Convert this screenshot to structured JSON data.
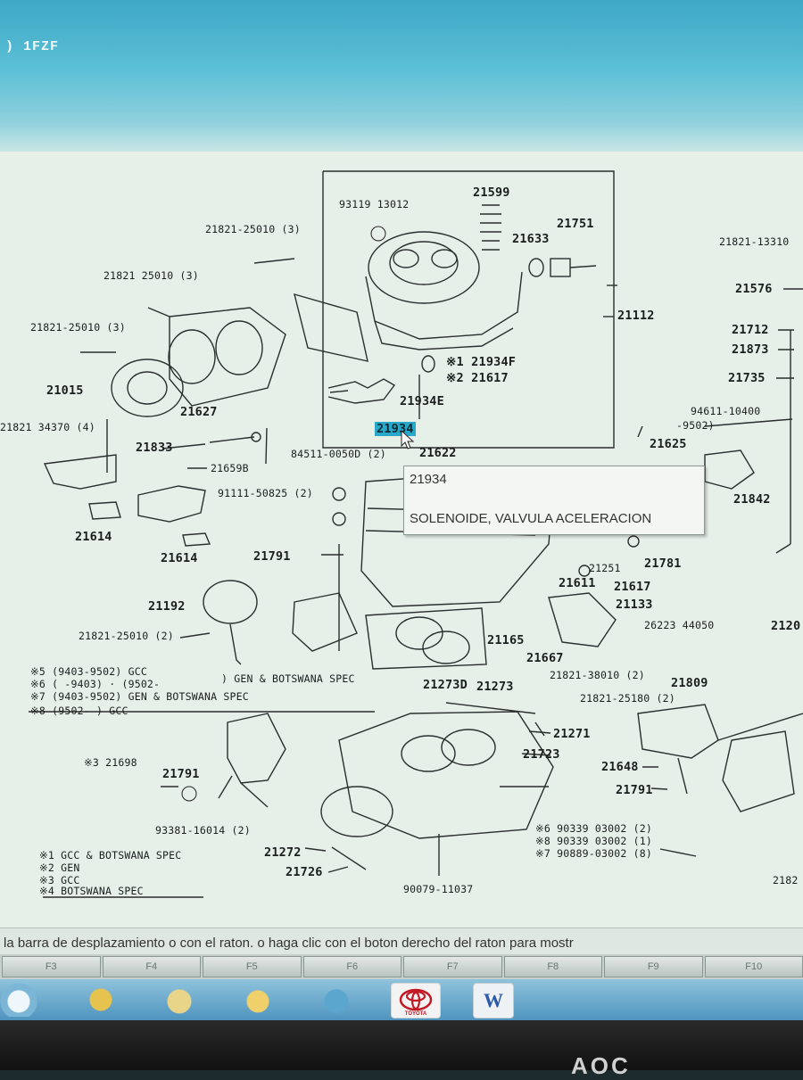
{
  "window": {
    "title": ") 1FZF"
  },
  "diagram": {
    "labels": [
      {
        "id": "93119-13012",
        "text": "93119  13012"
      },
      {
        "id": "21599",
        "text": "21599"
      },
      {
        "id": "21751",
        "text": "21751"
      },
      {
        "id": "21633",
        "text": "21633"
      },
      {
        "id": "21821-25010-3a",
        "text": "21821-25010 (3)"
      },
      {
        "id": "21821-13310",
        "text": "21821-13310"
      },
      {
        "id": "21821-25010-3b",
        "text": "21821  25010 (3)"
      },
      {
        "id": "21576",
        "text": "21576"
      },
      {
        "id": "21112",
        "text": "21112"
      },
      {
        "id": "21821-25010-3c",
        "text": "21821-25010 (3)"
      },
      {
        "id": "21712",
        "text": "21712"
      },
      {
        "id": "21873",
        "text": "21873"
      },
      {
        "id": "21934F",
        "text": "※1 21934F"
      },
      {
        "id": "21617a",
        "text": "※2 21617"
      },
      {
        "id": "21735",
        "text": "21735"
      },
      {
        "id": "21015",
        "text": "21015"
      },
      {
        "id": "21934E",
        "text": "21934E"
      },
      {
        "id": "21627",
        "text": "21627"
      },
      {
        "id": "94611-10400",
        "text": "94611-10400"
      },
      {
        "id": "9502",
        "text": "-9502)"
      },
      {
        "id": "21821-34370",
        "text": "21821  34370 (4)"
      },
      {
        "id": "21934",
        "text": "21934"
      },
      {
        "id": "21625",
        "text": "21625"
      },
      {
        "id": "21833",
        "text": "21833"
      },
      {
        "id": "84511",
        "text": "84511-0050D (2)"
      },
      {
        "id": "21622",
        "text": "21622"
      },
      {
        "id": "21659B",
        "text": "21659B"
      },
      {
        "id": "21842",
        "text": "21842"
      },
      {
        "id": "91111",
        "text": "91111-50825 (2)"
      },
      {
        "id": "21614a",
        "text": "21614"
      },
      {
        "id": "21614b",
        "text": "21614"
      },
      {
        "id": "21791a",
        "text": "21791"
      },
      {
        "id": "21251",
        "text": "21251"
      },
      {
        "id": "21781",
        "text": "21781"
      },
      {
        "id": "21611",
        "text": "21611"
      },
      {
        "id": "21617b",
        "text": "21617"
      },
      {
        "id": "21192",
        "text": "21192"
      },
      {
        "id": "21133",
        "text": "21133"
      },
      {
        "id": "26223",
        "text": "26223  44050"
      },
      {
        "id": "2120",
        "text": "2120"
      },
      {
        "id": "21821-25010-2",
        "text": "21821-25010 (2)"
      },
      {
        "id": "21165",
        "text": "21165"
      },
      {
        "id": "21667",
        "text": "21667"
      },
      {
        "id": "21821-38010",
        "text": "21821-38010 (2)"
      },
      {
        "id": "n5",
        "text": "※5 (9403-9502) GCC"
      },
      {
        "id": "n6",
        "text": "※6 (      -9403) · (9502-"
      },
      {
        "id": "gen",
        "text": ") GEN & BOTSWANA SPEC"
      },
      {
        "id": "n7",
        "text": "※7 (9403-9502) GEN  &  BOTSWANA  SPEC"
      },
      {
        "id": "n8",
        "text": "※8 (9502-          ) GCC"
      },
      {
        "id": "21273D",
        "text": "21273D"
      },
      {
        "id": "21273",
        "text": "21273"
      },
      {
        "id": "21809",
        "text": "21809"
      },
      {
        "id": "21821-25180",
        "text": "21821-25180 (2)"
      },
      {
        "id": "21271",
        "text": "21271"
      },
      {
        "id": "21698",
        "text": "※3 21698"
      },
      {
        "id": "21723",
        "text": "21723"
      },
      {
        "id": "21648",
        "text": "21648"
      },
      {
        "id": "21791b",
        "text": "21791"
      },
      {
        "id": "21791c",
        "text": "21791"
      },
      {
        "id": "93381",
        "text": "93381-16014 (2)"
      },
      {
        "id": "90339a",
        "text": "※6 90339  03002 (2)"
      },
      {
        "id": "90339b",
        "text": "※8 90339  03002 (1)"
      },
      {
        "id": "90889",
        "text": "※7 90889-03002 (8)"
      },
      {
        "id": "21272",
        "text": "21272"
      },
      {
        "id": "21726",
        "text": "21726"
      },
      {
        "id": "2182",
        "text": "2182"
      },
      {
        "id": "90079",
        "text": "90079-11037"
      },
      {
        "id": "f1",
        "text": "※1 GCC & BOTSWANA SPEC"
      },
      {
        "id": "f2",
        "text": "※2 GEN"
      },
      {
        "id": "f3",
        "text": "※3 GCC"
      },
      {
        "id": "f4",
        "text": "※4 BOTSWANA SPEC"
      }
    ]
  },
  "tooltip": {
    "part_number": "21934",
    "description": "SOLENOIDE, VALVULA ACELERACION"
  },
  "status_bar": {
    "text": "la barra de desplazamiento o con el raton. o haga clic con el boton derecho del raton para mostr"
  },
  "function_keys": [
    "F3",
    "F4",
    "F5",
    "F6",
    "F7",
    "F8",
    "F9",
    "F10"
  ],
  "taskbar": {
    "toyota_label": "TOYOTA",
    "word_label": "W"
  },
  "monitor": {
    "brand": "AOC"
  }
}
